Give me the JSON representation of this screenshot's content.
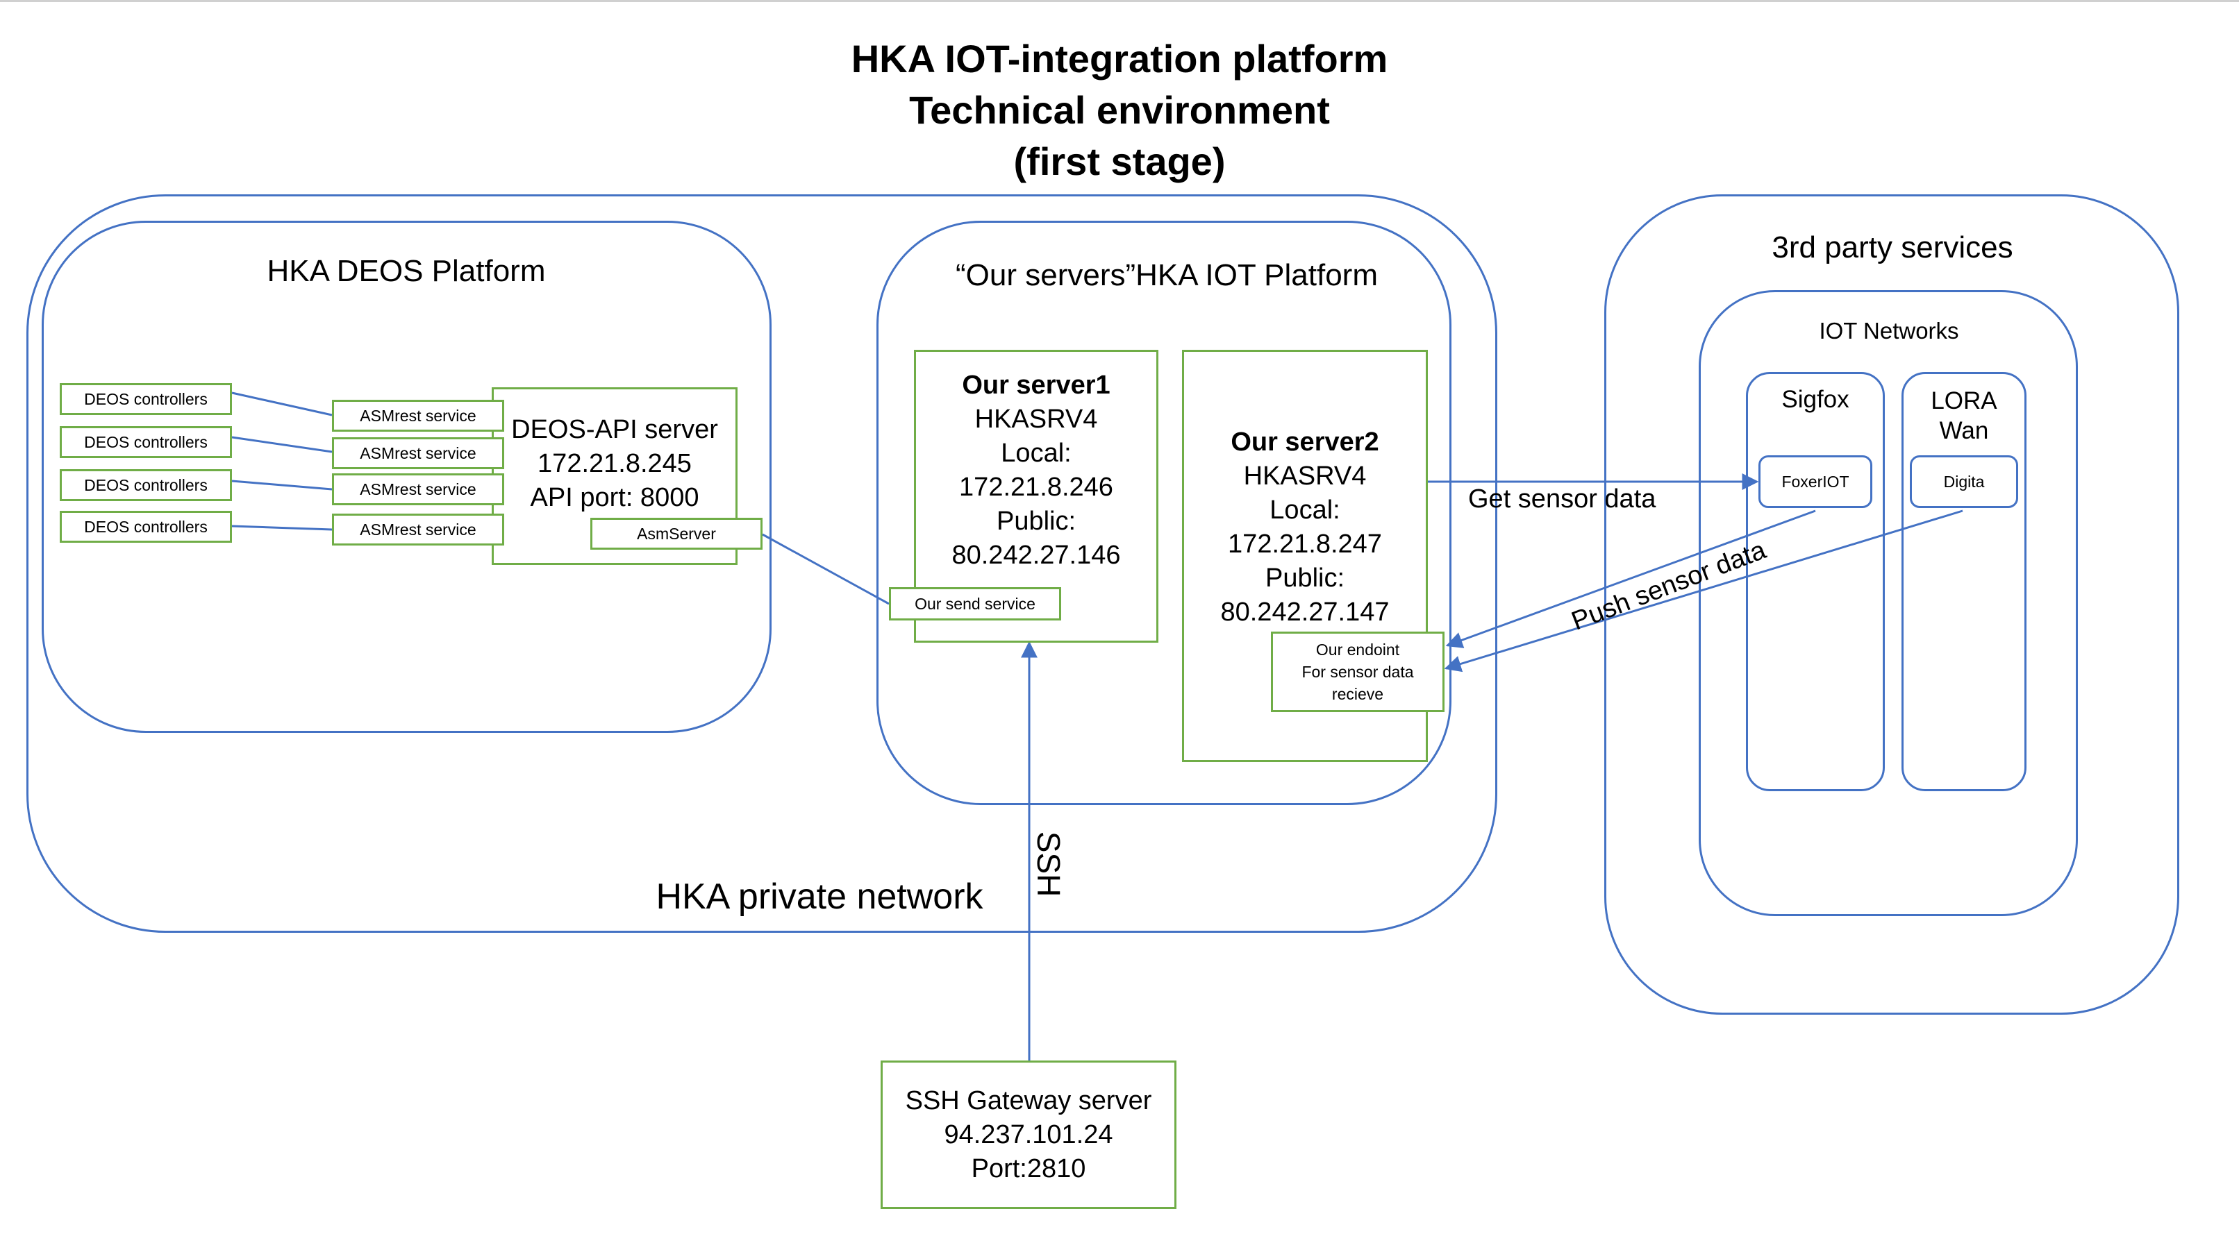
{
  "title": [
    "HKA IOT-integration platform",
    "Technical environment",
    "(first stage)"
  ],
  "private_network": {
    "label": "HKA private network"
  },
  "deos_platform": {
    "label": "HKA DEOS Platform",
    "controllers": [
      "DEOS controllers",
      "DEOS controllers",
      "DEOS controllers",
      "DEOS controllers"
    ],
    "asmrest": [
      "ASMrest service",
      "ASMrest service",
      "ASMrest service",
      "ASMrest service"
    ],
    "api_server": {
      "lines": [
        "DEOS-API server",
        "172.21.8.245",
        "API port: 8000"
      ]
    },
    "asmserver": "AsmServer"
  },
  "iot_platform": {
    "label": "“Our servers”HKA IOT Platform",
    "server1": {
      "name": "Our server1",
      "lines": [
        "HKASRV4",
        "Local:",
        "172.21.8.246",
        "Public:",
        "80.242.27.146"
      ]
    },
    "send_service": "Our send service",
    "server2": {
      "name": "Our server2",
      "lines": [
        "HKASRV4",
        "Local:",
        "172.21.8.247",
        "Public:",
        "80.242.27.147"
      ]
    },
    "endpoint": [
      "Our endoint",
      "For sensor data",
      "recieve"
    ]
  },
  "third_party": {
    "label": "3rd party services",
    "iot_networks": {
      "label": "IOT Networks",
      "sigfox": {
        "label": "Sigfox",
        "service": "FoxerIOT"
      },
      "lora": {
        "label": [
          "LORA",
          "Wan"
        ],
        "service": "Digita"
      }
    }
  },
  "gateway": {
    "lines": [
      "SSH Gateway server",
      "94.237.101.24",
      "Port:2810"
    ]
  },
  "edges": {
    "get_sensor_data": "Get sensor data",
    "push_sensor_data": "Push sensor data",
    "ssh": "SSH"
  },
  "colors": {
    "container": "#4472C4",
    "box": "#70AD47",
    "line": "#4472C4"
  }
}
